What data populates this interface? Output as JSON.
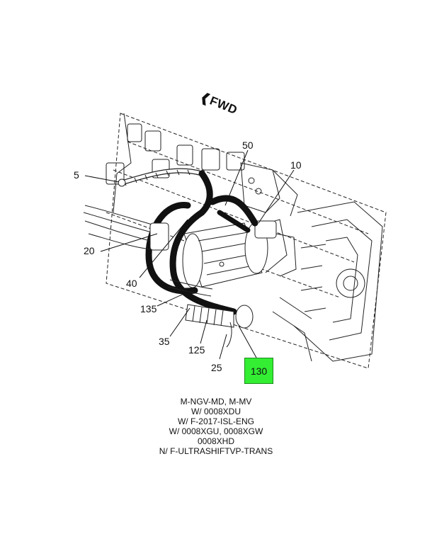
{
  "orientation": {
    "label": "FWD"
  },
  "callouts": {
    "c5": "5",
    "c50": "50",
    "c10": "10",
    "c20": "20",
    "c40": "40",
    "c135": "135",
    "c35": "35",
    "c125": "125",
    "c25": "25",
    "c130": "130"
  },
  "highlight_color": "#33ee33",
  "notes": [
    "M-NGV-MD, M-MV",
    "W/ 0008XDU",
    "W/ F-2017-ISL-ENG",
    "W/ 0008XGU, 0008XGW",
    "0008XHD",
    "N/ F-ULTRASHIFTVP-TRANS"
  ]
}
